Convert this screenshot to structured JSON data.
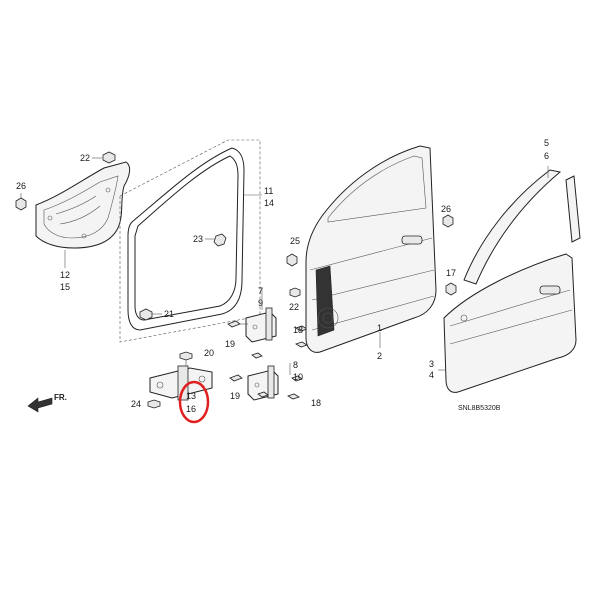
{
  "diagram": {
    "code": "SNL8B5320B",
    "direction_label": "FR.",
    "highlight_color": "#e02020",
    "labels": {
      "l22a": "22",
      "l26a": "26",
      "l12": "12",
      "l15": "15",
      "l11": "11",
      "l14": "14",
      "l23": "23",
      "l21": "21",
      "l7": "7",
      "l9": "9",
      "l19a": "19",
      "l25": "25",
      "l22b": "22",
      "l18a": "18",
      "l8": "8",
      "l10": "10",
      "l19b": "19",
      "l18b": "18",
      "l20": "20",
      "l24": "24",
      "l13": "13",
      "l16": "16",
      "l1": "1",
      "l2": "2",
      "l26b": "26",
      "l17": "17",
      "l5": "5",
      "l6": "6",
      "l3": "3",
      "l4": "4"
    }
  }
}
